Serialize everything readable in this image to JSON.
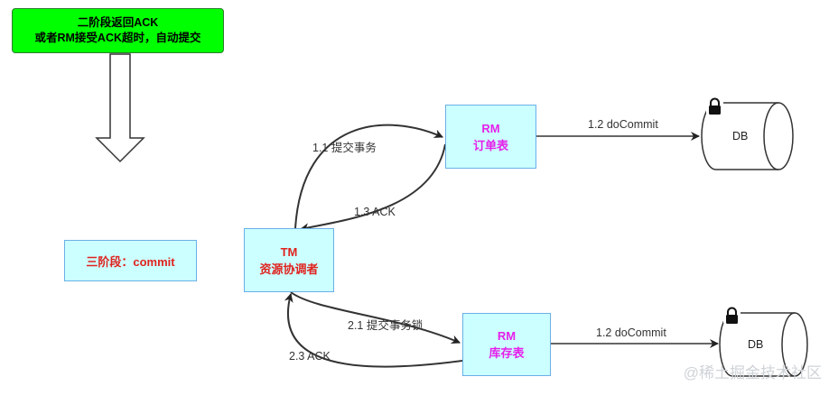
{
  "header_note": {
    "line1": "二阶段返回ACK",
    "line2": "或者RM接受ACK超时，自动提交"
  },
  "phase_label": "三阶段：commit",
  "tm": {
    "title": "TM",
    "subtitle": "资源协调者"
  },
  "rm_order": {
    "title": "RM",
    "subtitle": "订单表"
  },
  "rm_stock": {
    "title": "RM",
    "subtitle": "库存表"
  },
  "edges": {
    "e11": "1.1 提交事务",
    "e13": "1.3 ACK",
    "e12_top": "1.2 doCommit",
    "e21": "2.1 提交事务锁",
    "e23": "2.3 ACK",
    "e12_bottom": "1.2 doCommit"
  },
  "db_top": "DB",
  "db_bottom": "DB",
  "watermark": "@稀土掘金技术社区",
  "colors": {
    "note_bg": "#00ff00",
    "node_bg": "#ccffff",
    "tm_text": "#e0231f",
    "rm_text": "#e61eea"
  },
  "icons": [
    "down-arrow-icon",
    "lock-icon",
    "database-icon"
  ]
}
